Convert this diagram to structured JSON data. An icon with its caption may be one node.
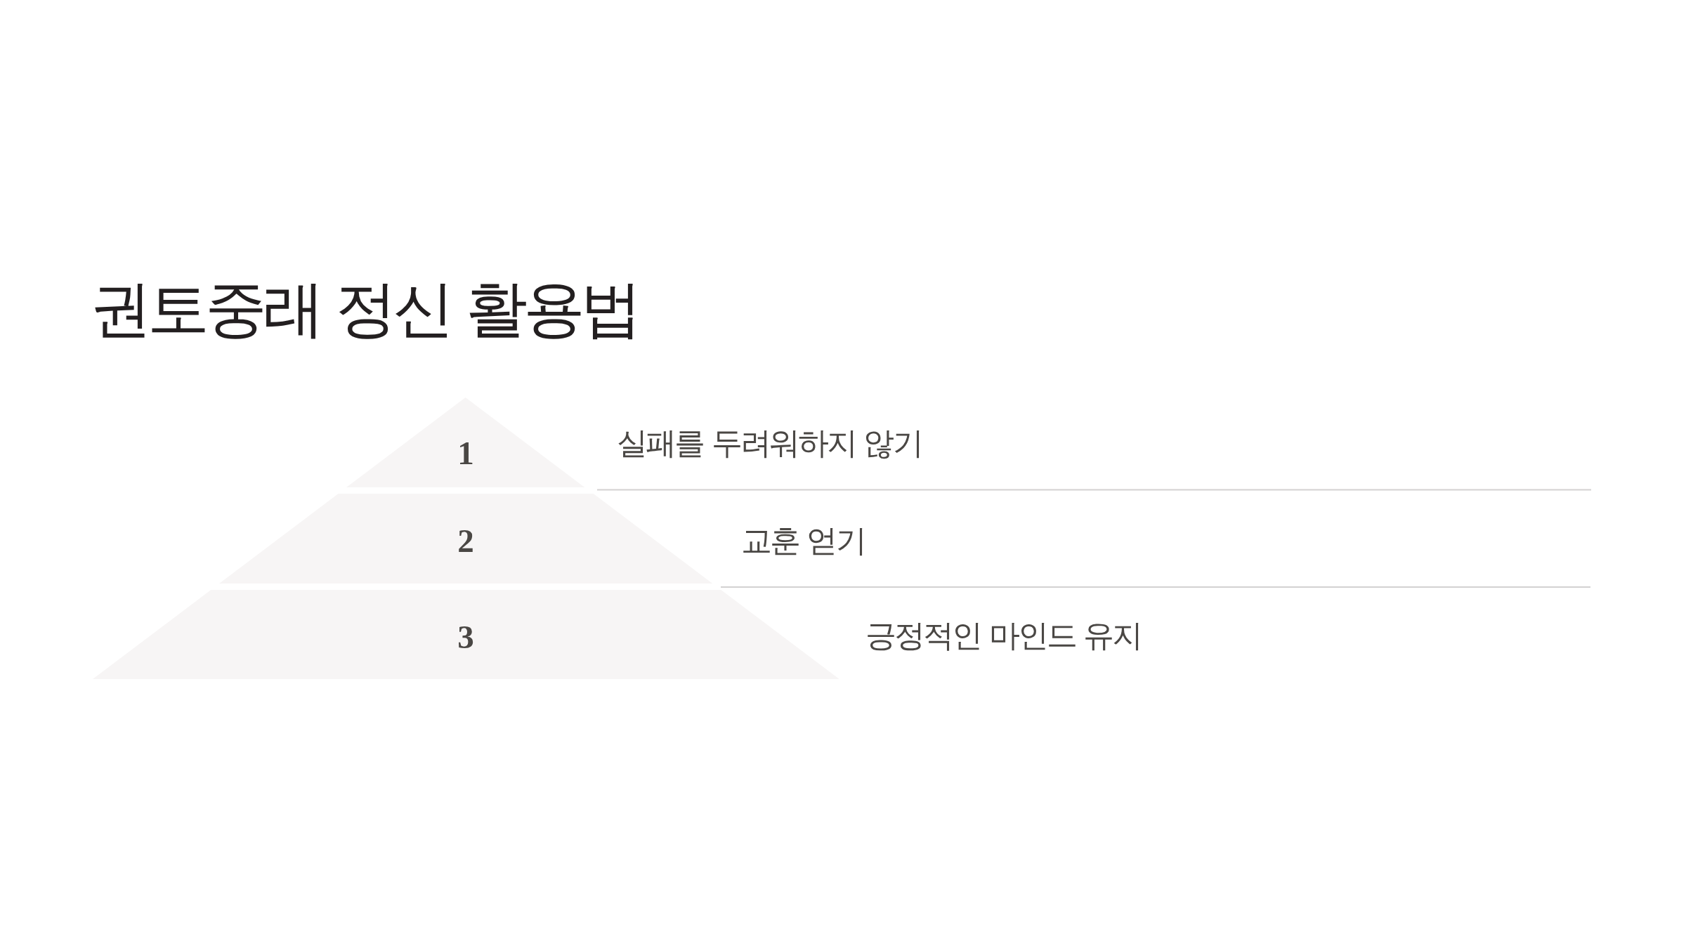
{
  "diagram": {
    "title": "권토중래 정신 활용법",
    "nodes": [
      {
        "text": [
          "1"
        ],
        "beside": [
          "실패를 두려워하지 않기"
        ]
      },
      {
        "text": [
          "2"
        ],
        "beside": [
          "교훈 얻기"
        ]
      },
      {
        "text": [
          "3"
        ],
        "beside": [
          "긍정적인 마인드 유지"
        ]
      }
    ]
  }
}
